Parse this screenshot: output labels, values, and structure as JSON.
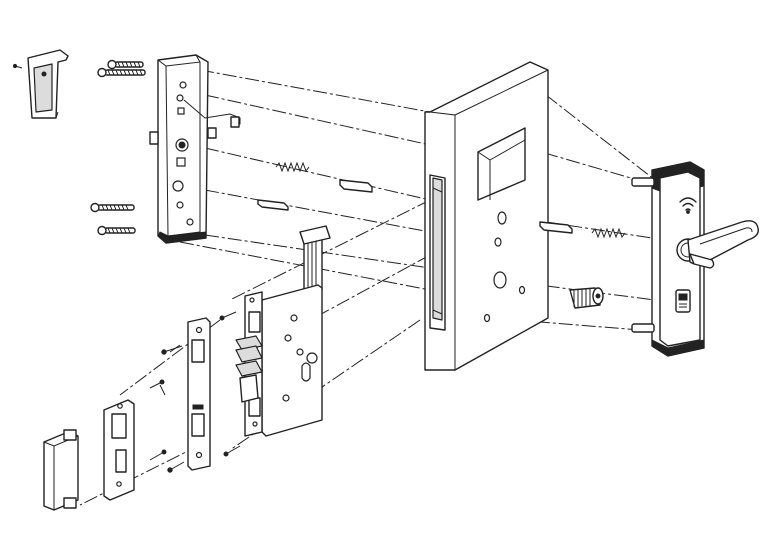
{
  "diagram": {
    "type": "exploded-assembly",
    "parts": [
      "inner-escutcheon",
      "cover-cap",
      "mounting-screws",
      "door-slab",
      "mortise-lock-body",
      "faceplate",
      "strike-plate",
      "strike-box",
      "spindle-springs",
      "lock-cylinder",
      "outer-rfid-escutcheon",
      "lever-handle",
      "ribbon-cable"
    ],
    "icons": [
      "wifi-icon",
      "card-slot-icon"
    ],
    "colors": {
      "stroke": "#222222",
      "background": "#ffffff",
      "shade": "#dcdcdc"
    }
  }
}
